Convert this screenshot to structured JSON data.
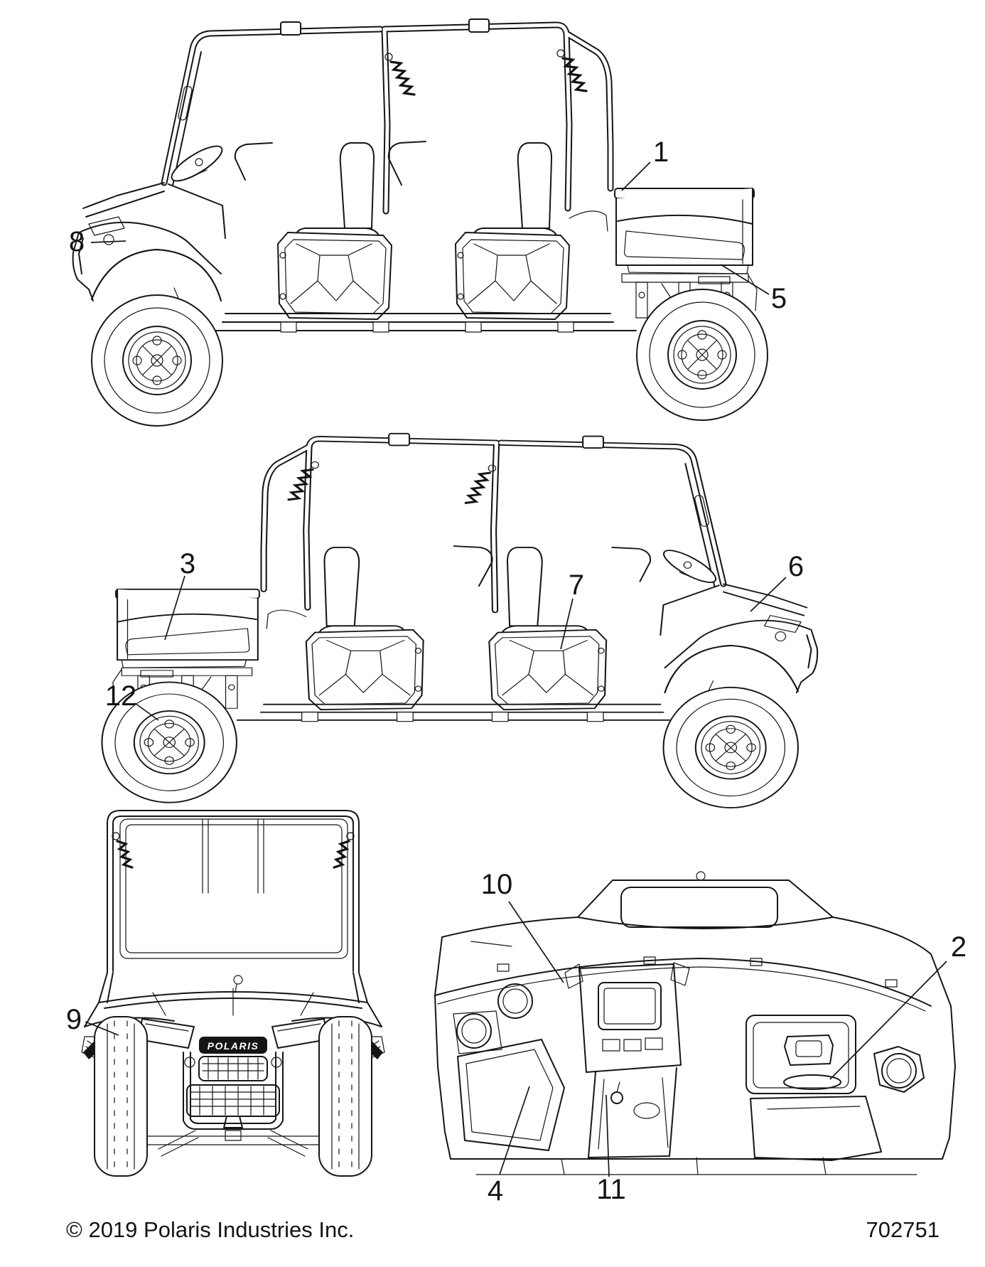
{
  "document": {
    "copyright": "© 2019 Polaris Industries Inc.",
    "part_number": "702751"
  },
  "branding": {
    "grille_text": "POLARIS"
  },
  "callouts": [
    {
      "label": "1"
    },
    {
      "label": "2"
    },
    {
      "label": "3"
    },
    {
      "label": "4"
    },
    {
      "label": "5"
    },
    {
      "label": "6"
    },
    {
      "label": "7"
    },
    {
      "label": "8"
    },
    {
      "label": "9"
    },
    {
      "label": "10"
    },
    {
      "label": "11"
    },
    {
      "label": "12"
    }
  ]
}
